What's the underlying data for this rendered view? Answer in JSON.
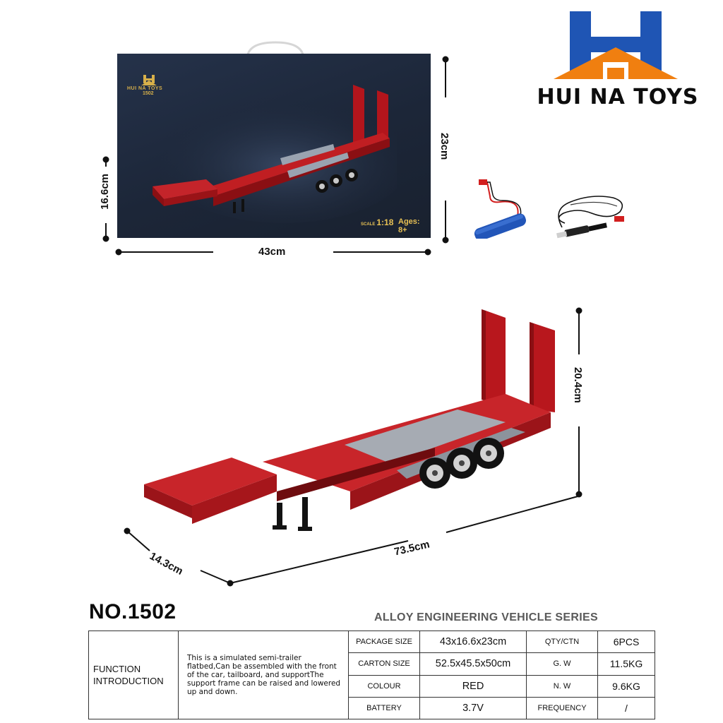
{
  "brand": {
    "logo_text": "HUI NA TOYS",
    "colors": {
      "blue": "#1f55b4",
      "orange": "#f07f10"
    }
  },
  "package_image": {
    "brand_label": "HUI NA TOYS",
    "model": "1502",
    "scale": "1:18",
    "scale_prefix": "SCALE",
    "age": "Ages: 8+",
    "dimensions": {
      "height": "23cm",
      "depth": "16.6cm",
      "width": "43cm"
    }
  },
  "product_image": {
    "dimensions": {
      "height": "20.4cm",
      "length": "73.5cm",
      "width": "14.3cm"
    }
  },
  "accessories": [
    "battery-icon",
    "usb-charging-cable-icon"
  ],
  "model_number": "NO.1502",
  "series_title": "ALLOY ENGINEERING VEHICLE SERIES",
  "specs": {
    "function_label": "FUNCTION INTRODUCTION",
    "function_text": "This is a simulated semi-trailer flatbed,Can be assembled with the front of the car, tailboard, and supportThe support frame can be raised and lowered up and down.",
    "rows": [
      {
        "label": "PACKAGE SIZE",
        "value": "43x16.6x23cm",
        "label2": "QTY/CTN",
        "value2": "6PCS"
      },
      {
        "label": "CARTON SIZE",
        "value": "52.5x45.5x50cm",
        "label2": "G. W",
        "value2": "11.5KG"
      },
      {
        "label": "COLOUR",
        "value": "RED",
        "label2": "N. W",
        "value2": "9.6KG"
      },
      {
        "label": "BATTERY",
        "value": "3.7V",
        "label2": "FREQUENCY",
        "value2": "/"
      }
    ]
  }
}
